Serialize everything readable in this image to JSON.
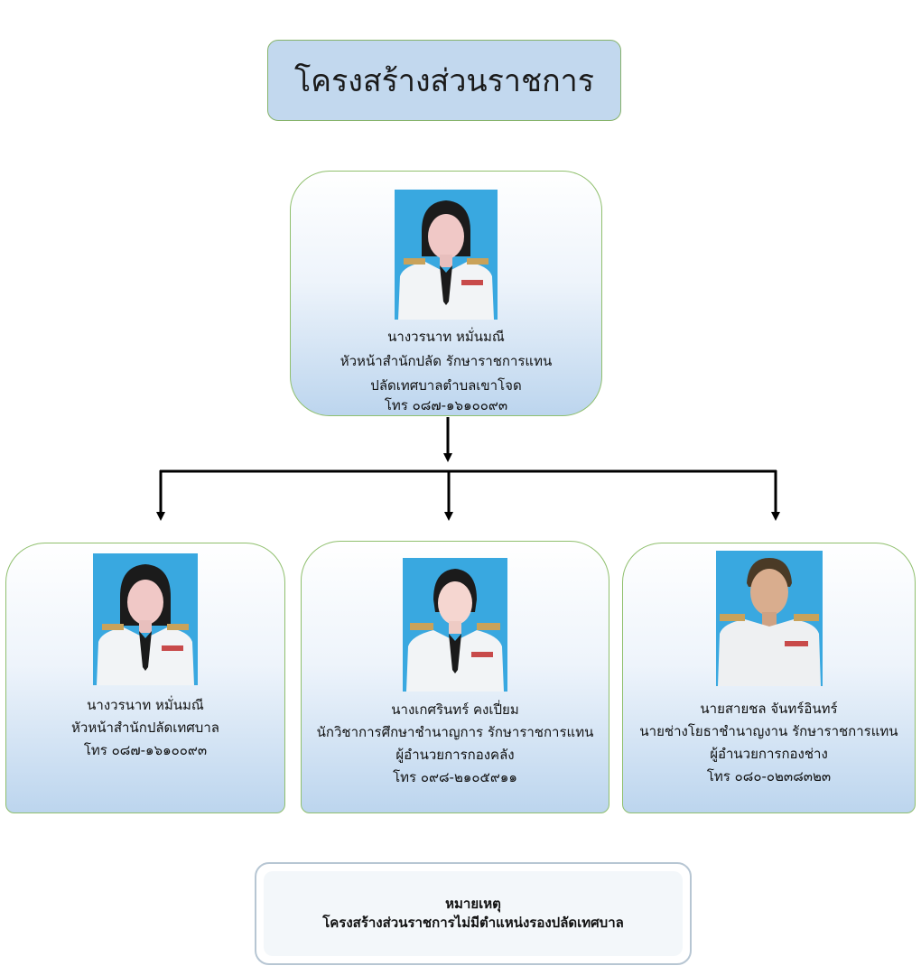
{
  "title": "โครงสร้างส่วนราชการ",
  "top": {
    "name": "นางวรนาท หมั่นมณี",
    "position": "หัวหน้าสำนักปลัด รักษาราชการแทน",
    "position2": "ปลัดเทศบาลตำบลเขาโจด",
    "tel": "โทร ๐๘๗-๑๖๑๐๐๙๓"
  },
  "members": [
    {
      "name": "นางวรนาท หมั่นมณี",
      "position": "หัวหน้าสำนักปลัดเทศบาล",
      "tel": "โทร ๐๘๗-๑๖๑๐๐๙๓"
    },
    {
      "name": "นางเกศรินทร์ คงเปี่ยม",
      "position": "นักวิชาการศึกษาชำนาญการ รักษาราชการแทน",
      "position2": "ผู้อำนวยการกองคลัง",
      "tel": "โทร ๐๙๘-๒๑๐๕๙๑๑"
    },
    {
      "name": "นายสายชล จันทร์อินทร์",
      "position": "นายช่างโยธาชำนาญงาน รักษาราชการแทน",
      "position2": "ผู้อำนวยการกองช่าง",
      "tel": "โทร ๐๘๐-๐๒๓๘๓๒๓"
    }
  ],
  "note": {
    "heading": "หมายเหตุ",
    "text": "โครงสร้างส่วนราชการไม่มีตำแหน่งรองปลัดเทศบาล"
  },
  "colors": {
    "title_bg": "#c2d8ee",
    "card_border": "#8fbf6d",
    "card_gradient_bottom": "#bcd5ee",
    "photo_bg": "#39a8e0",
    "uniform": "#f2f4f6"
  }
}
